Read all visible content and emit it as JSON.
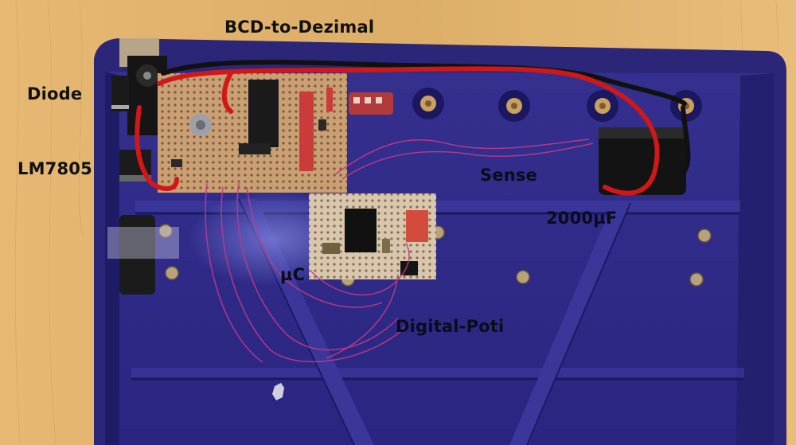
{
  "labels": {
    "bcd": "BCD-to-Dezimal",
    "diode": "Diode",
    "regulator": "LM7805",
    "sense": "Sense",
    "capacitor": "2000µF",
    "mcu": "µC",
    "digipot": "Digital-Poti"
  },
  "colors": {
    "wood": "#e2b46e",
    "case_blue": "#2e2a86",
    "case_dark": "#1a1756",
    "perfboard": "#c9a074",
    "wire_red": "#d01818",
    "wire_black": "#111111",
    "magnet_wire": "#c03a8a",
    "brass": "#c9a060"
  }
}
